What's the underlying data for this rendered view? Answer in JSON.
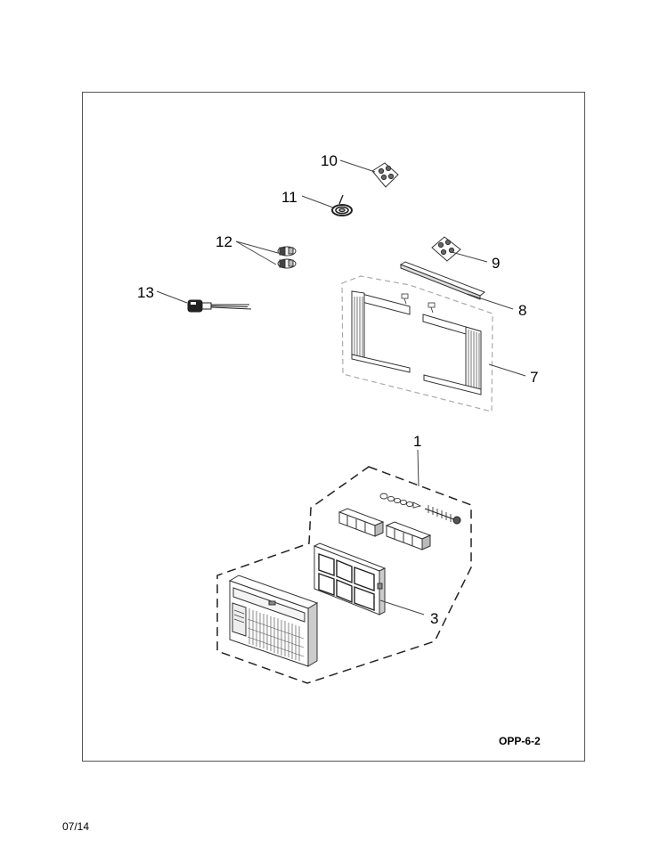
{
  "callouts": {
    "c1": "1",
    "c3": "3",
    "c7": "7",
    "c8": "8",
    "c9": "9",
    "c10": "10",
    "c11": "11",
    "c12": "12",
    "c13": "13"
  },
  "diagram_code": "OPP-6-2",
  "revision_date": "07/14"
}
